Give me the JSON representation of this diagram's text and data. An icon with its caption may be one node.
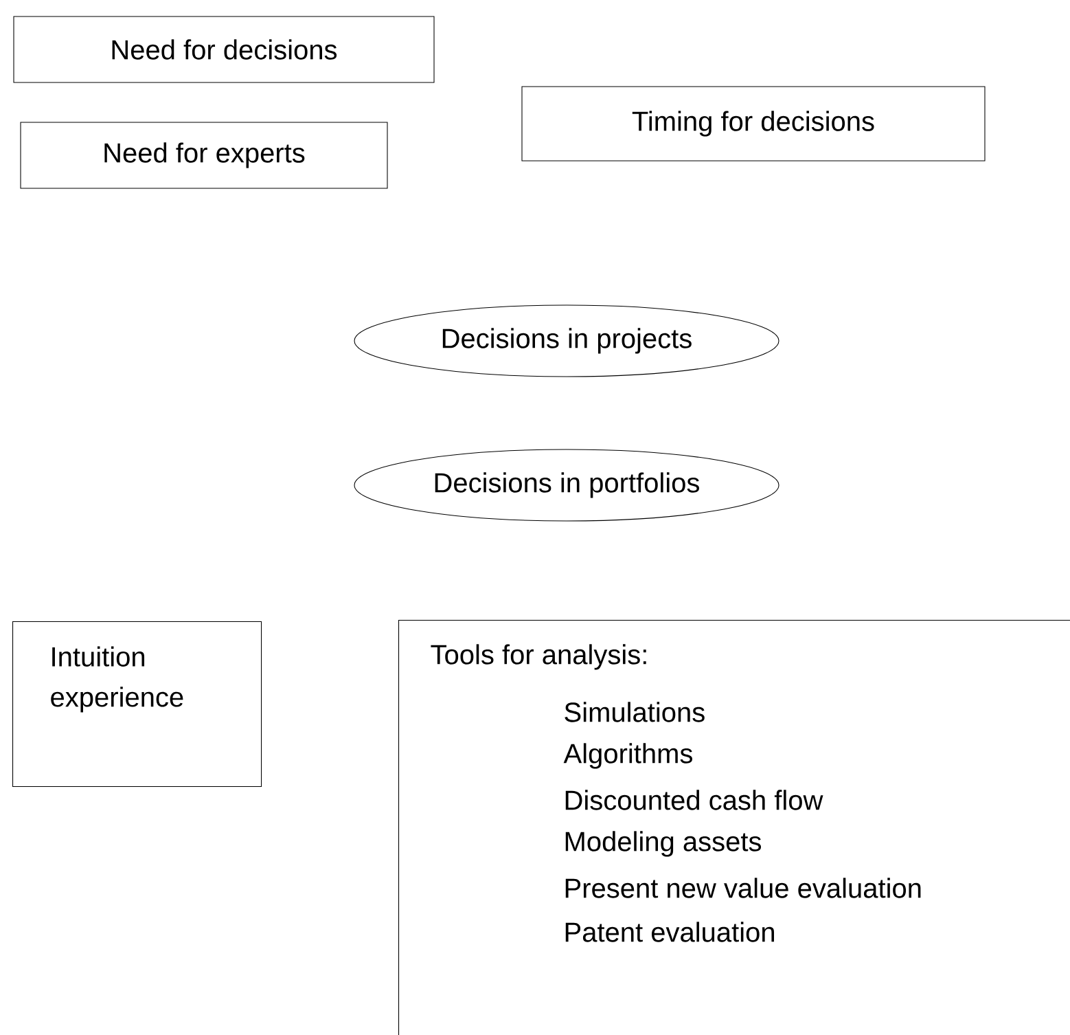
{
  "diagram": {
    "nodes": [
      {
        "text": [
          "Need for decisions"
        ]
      },
      {
        "text": [
          "Need for experts"
        ]
      },
      {
        "text": [
          "Timing for decisions"
        ]
      },
      {
        "text": [
          "Decisions in projects"
        ]
      },
      {
        "text": [
          "Decisions in portfolios"
        ]
      },
      {
        "text": [
          "Intuition experience"
        ]
      },
      {
        "text": [
          "Tools for analysis:",
          "Simulations",
          "Algorithms",
          "Discounted cash flow",
          "Modeling assets",
          "Present new value evaluation",
          "Patent evaluation"
        ]
      }
    ]
  }
}
